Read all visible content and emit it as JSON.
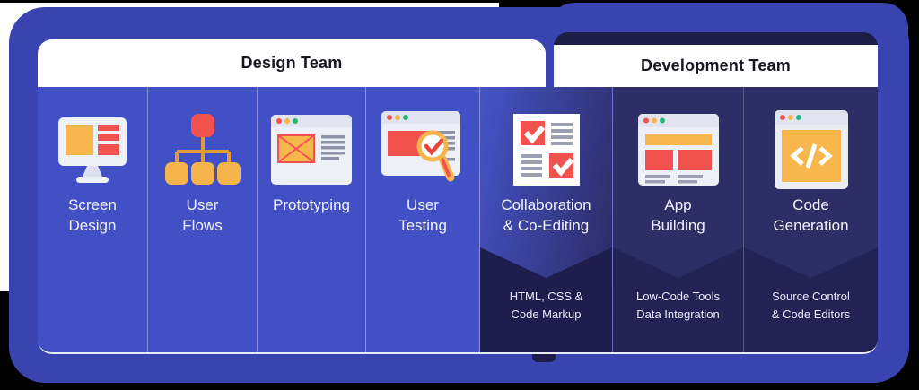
{
  "header": {
    "design_team": "Design Team",
    "development_team": "Development Team"
  },
  "columns": [
    {
      "label": "Screen Design",
      "icon": "monitor-icon",
      "team": "design"
    },
    {
      "label": "User Flows",
      "icon": "flowchart-icon",
      "team": "design"
    },
    {
      "label": "Prototyping",
      "icon": "wireframe-browser-icon",
      "team": "design"
    },
    {
      "label": "User Testing",
      "icon": "magnifier-check-browser-icon",
      "team": "design"
    },
    {
      "label": "Collaboration & Co-Editing",
      "sublabel": "HTML, CSS & Code Markup",
      "icon": "checklist-icon",
      "team": "design-development-bridge"
    },
    {
      "label": "App Building",
      "sublabel": "Low-Code Tools Data Integration",
      "icon": "app-layout-browser-icon",
      "team": "development"
    },
    {
      "label": "Code Generation",
      "sublabel": "Source Control & Code Editors",
      "icon": "code-browser-icon",
      "team": "development"
    }
  ],
  "colors": {
    "board_blue": "#3a44b0",
    "design_column_blue": "#4150c4",
    "collaboration_gradient_start": "#4553c7",
    "collaboration_gradient_end": "#2c2c66",
    "dev_column_navy": "#2e2e67",
    "dev_subpanel_navy": "#222255",
    "dev_tab_navy": "#1d1d47",
    "accent_red": "#f2524e",
    "accent_amber": "#f6b54c",
    "accent_green": "#28b673",
    "header_text": "#16161f",
    "label_text": "#f1f2fb"
  }
}
